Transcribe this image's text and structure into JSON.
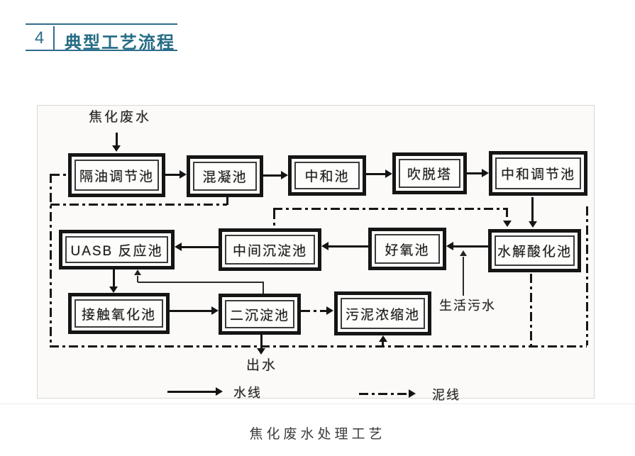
{
  "header": {
    "number": "4",
    "title": "典型工艺流程"
  },
  "figure": {
    "caption": "焦化废水处理工艺",
    "influent_label": "焦化废水",
    "domestic_sewage_label": "生活污水",
    "effluent_label": "出水",
    "legend": {
      "water_line": "水线",
      "sludge_line": "泥线"
    },
    "boxes": [
      {
        "label": "隔油调节池"
      },
      {
        "label": "混凝池"
      },
      {
        "label": "中和池"
      },
      {
        "label": "吹脱塔"
      },
      {
        "label": "中和调节池"
      },
      {
        "label": "UASB 反应池"
      },
      {
        "label": "中间沉淀池"
      },
      {
        "label": "好氧池"
      },
      {
        "label": "水解酸化池"
      },
      {
        "label": "接触氧化池"
      },
      {
        "label": "二沉淀池"
      },
      {
        "label": "污泥浓缩池"
      }
    ],
    "flows": [
      {
        "from": "焦化废水",
        "to": "隔油调节池",
        "type": "water"
      },
      {
        "from": "隔油调节池",
        "to": "混凝池",
        "type": "water"
      },
      {
        "from": "混凝池",
        "to": "中和池",
        "type": "water"
      },
      {
        "from": "中和池",
        "to": "吹脱塔",
        "type": "water"
      },
      {
        "from": "吹脱塔",
        "to": "中和调节池",
        "type": "water"
      },
      {
        "from": "中和调节池",
        "to": "水解酸化池",
        "type": "water"
      },
      {
        "from": "水解酸化池",
        "to": "好氧池",
        "type": "water"
      },
      {
        "from": "生活污水",
        "to": "好氧池",
        "type": "water"
      },
      {
        "from": "好氧池",
        "to": "中间沉淀池",
        "type": "water"
      },
      {
        "from": "中间沉淀池",
        "to": "UASB 反应池",
        "type": "water"
      },
      {
        "from": "UASB 反应池",
        "to": "接触氧化池",
        "type": "water"
      },
      {
        "from": "接触氧化池",
        "to": "二沉淀池",
        "type": "water"
      },
      {
        "from": "二沉淀池",
        "to": "UASB 反应池",
        "type": "water"
      },
      {
        "from": "二沉淀池",
        "to": "出水",
        "type": "water"
      },
      {
        "from": "二沉淀池",
        "to": "污泥浓缩池",
        "type": "sludge"
      },
      {
        "from": "隔油调节池",
        "to": "污泥浓缩池",
        "type": "sludge"
      },
      {
        "from": "混凝池",
        "to": "污泥浓缩池",
        "type": "sludge"
      },
      {
        "from": "中间沉淀池",
        "to": "水解酸化池",
        "type": "sludge"
      },
      {
        "from": "水解酸化池",
        "to": "污泥浓缩池",
        "type": "sludge"
      },
      {
        "from": "中和调节池",
        "to": "污泥浓缩池",
        "type": "sludge"
      }
    ]
  },
  "colors": {
    "accent": "#2e6d8c",
    "ink": "#161616"
  }
}
